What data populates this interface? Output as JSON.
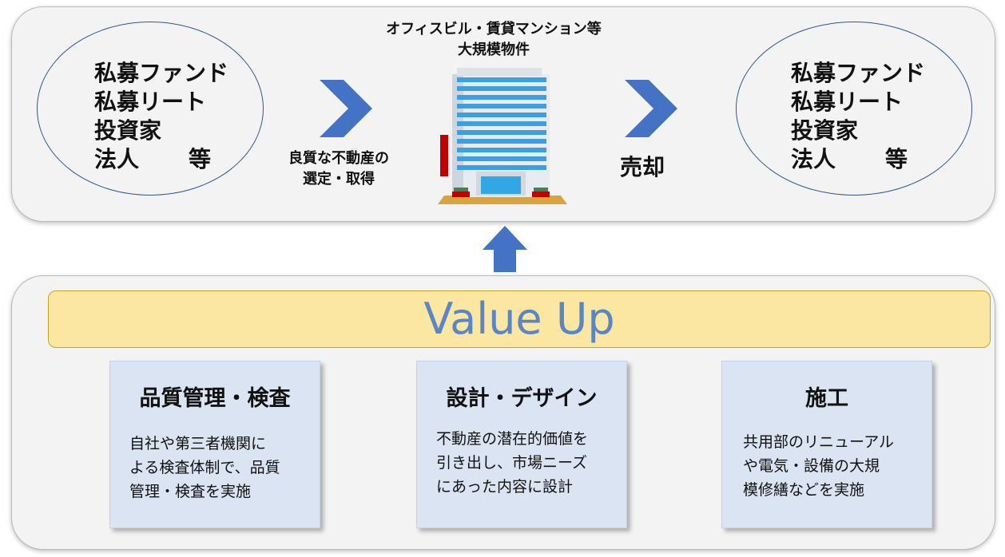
{
  "top": {
    "building_caption": [
      "オフィスビル・賃貸マンション等",
      "大規模物件"
    ],
    "buyers_left": {
      "items": [
        "私募ファンド",
        "私募リート",
        "投資家",
        "法人"
      ],
      "etc": "等"
    },
    "buyers_right": {
      "items": [
        "私募ファンド",
        "私募リート",
        "投資家",
        "法人"
      ],
      "etc": "等"
    },
    "select_caption": [
      "良質な不動産の",
      "選定・取得"
    ],
    "sell_label": "売却",
    "building_icon": "office-building-icon"
  },
  "value_up": {
    "title": "Value Up",
    "cards": [
      {
        "title": "品質管理・検査",
        "body": [
          "自社や第三者機関に",
          "よる検査体制で、品質",
          "管理・検査を実施"
        ]
      },
      {
        "title": "設計・デザイン",
        "body": [
          "不動産の潜在的価値を",
          "引き出し、市場ニーズ",
          "にあった内容に設計"
        ]
      },
      {
        "title": "施工",
        "body": [
          "共用部のリニューアル",
          "や電気・設備の大規",
          "模修繕などを実施"
        ]
      }
    ]
  },
  "colors": {
    "arrow_blue": "#4472c4",
    "ellipse_border": "#2f5597",
    "value_up_fill": "#fbe7a1",
    "value_up_text": "#5b86c5",
    "card_fill": "#dbe4f2"
  }
}
